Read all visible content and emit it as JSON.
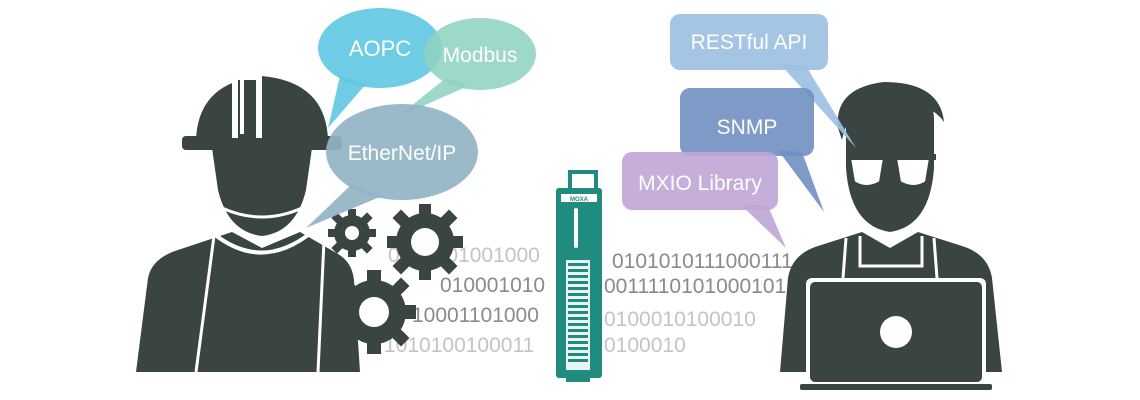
{
  "left_bubbles": {
    "aopc": "AOPC",
    "modbus": "Modbus",
    "ethernet_ip": "EtherNet/IP"
  },
  "right_bubbles": {
    "restful": "RESTful API",
    "snmp": "SNMP",
    "mxio": "MXIO Library"
  },
  "device": {
    "brand": "MOXA"
  },
  "binary_lines": [
    "0101001001000",
    "0101010111000111",
    "010001010",
    "0011110101000101",
    "10001101000",
    "0100010100010",
    "1010100100011",
    "0100010"
  ],
  "colors": {
    "person": "#3a4440",
    "aopc_bubble": "#5fc7e2",
    "modbus_bubble": "#8fd3c0",
    "ethernet_bubble": "#93b4c4",
    "restful_bubble": "#9cc0e2",
    "snmp_bubble": "#6f90c0",
    "mxio_bubble": "#bfa6d6",
    "device": "#1f8c7f",
    "binary_text": "#a8a8a8"
  },
  "icons": [
    "hard-hat-icon",
    "gear-icon",
    "glasses-icon",
    "laptop-icon",
    "io-device-icon"
  ]
}
